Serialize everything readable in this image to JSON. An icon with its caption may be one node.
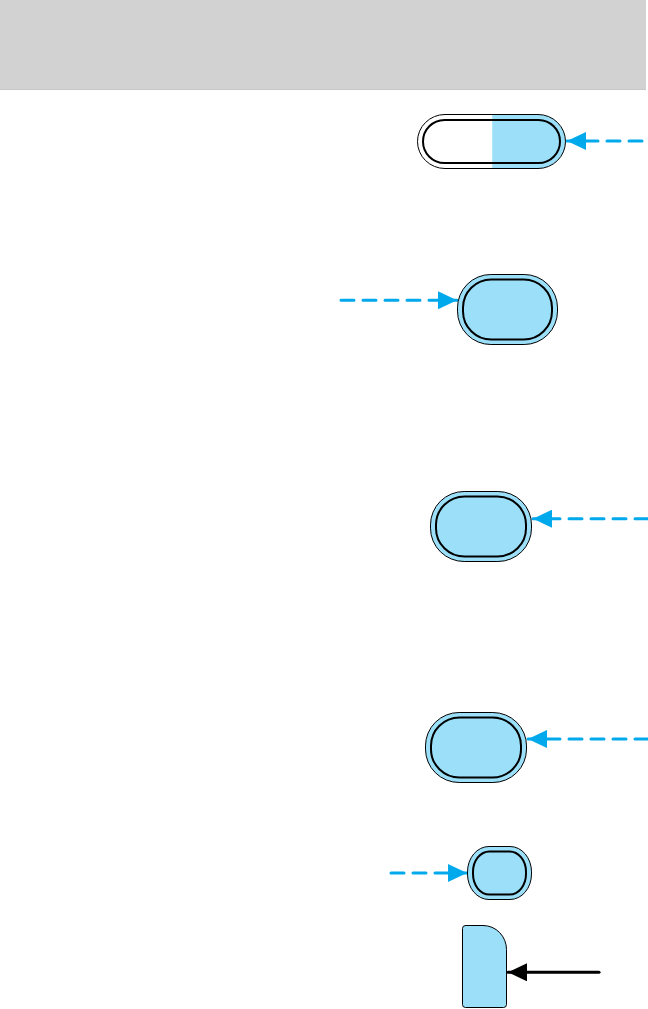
{
  "diagram": {
    "nodes": [
      {
        "text": [],
        "shape": "box"
      },
      {
        "text": [],
        "shape": "box"
      },
      {
        "text": [],
        "shape": "box"
      },
      {
        "text": [],
        "shape": "box"
      },
      {
        "text": [],
        "shape": "box"
      },
      {
        "text": [],
        "shape": "box"
      }
    ],
    "edges": [
      {
        "from": null,
        "to": 0,
        "arrow": "to",
        "style": "dashed"
      },
      {
        "from": null,
        "to": 1,
        "arrow": "to",
        "style": "dashed"
      },
      {
        "from": null,
        "to": 2,
        "arrow": "to",
        "style": "dashed"
      },
      {
        "from": null,
        "to": 3,
        "arrow": "to",
        "style": "dashed"
      },
      {
        "from": null,
        "to": 4,
        "arrow": "to",
        "style": "dashed"
      },
      {
        "from": null,
        "to": 5,
        "arrow": "to",
        "color": "#000000"
      }
    ]
  }
}
